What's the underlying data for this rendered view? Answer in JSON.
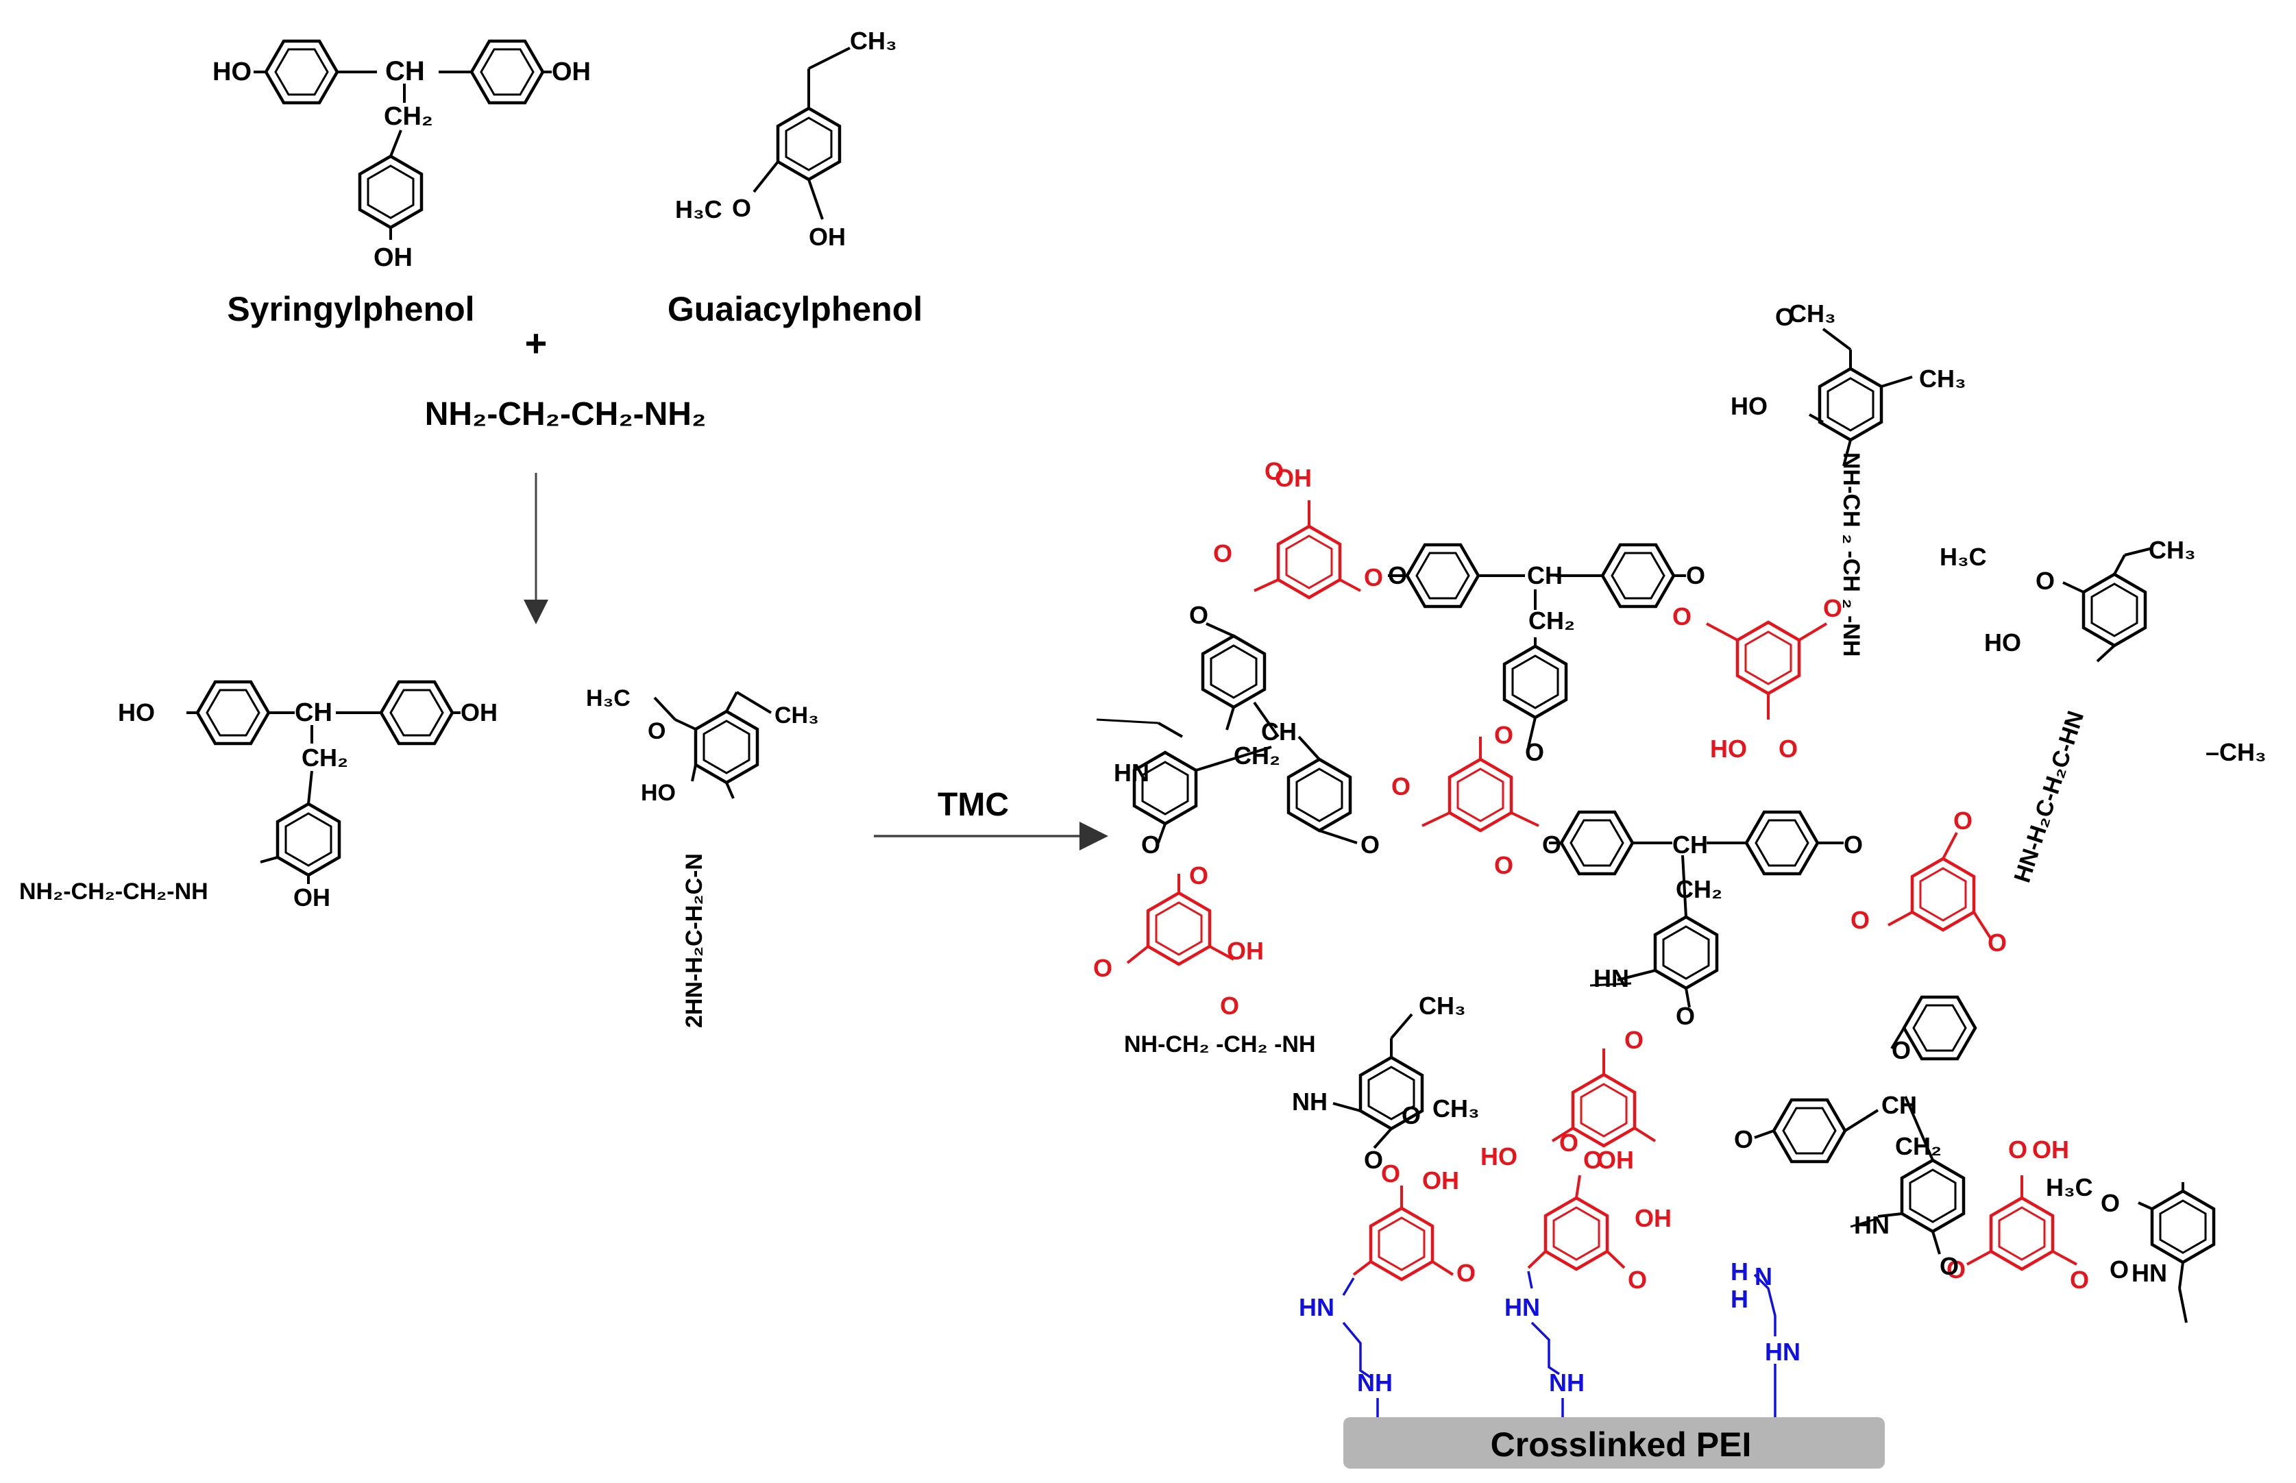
{
  "reactants": {
    "syringyl_label": "Syringylphenol",
    "guaiacyl_label": "Guaiacylphenol",
    "plus": "+",
    "diamine": "NH₂-CH₂-CH₂-NH₂"
  },
  "atoms": {
    "ho": "HO",
    "oh": "OH",
    "ch": "CH",
    "ch2": "CH₂",
    "ch3": "CH₃",
    "h3co": "H₃C",
    "o": "O",
    "nh": "NH",
    "hn": "HN",
    "h": "H",
    "n": "N",
    "cooh": "OH"
  },
  "intermediates": {
    "amine_chain": "NH₂-CH₂-CH₂-NH",
    "rotated_chain": "2HN-H₂C-H₂C-N",
    "methoxy": "H₃C"
  },
  "reaction": {
    "reagent": "TMC"
  },
  "network": {
    "link_chain_top": "NH-CH ₂ -CH ₂ -NH",
    "link_chain_left": "NH-CH₂ -CH₂ -NH",
    "link_chain_right": "HN-H₂C-H₂C-HN",
    "stray_methyl": "–CH₃"
  },
  "substrate": {
    "label": "Crosslinked PEI"
  },
  "colors": {
    "black_structure": "#000000",
    "tmc_red": "#e8141b",
    "pei_blue": "#1010e6",
    "substrate_gray": "#b5b5b5"
  }
}
